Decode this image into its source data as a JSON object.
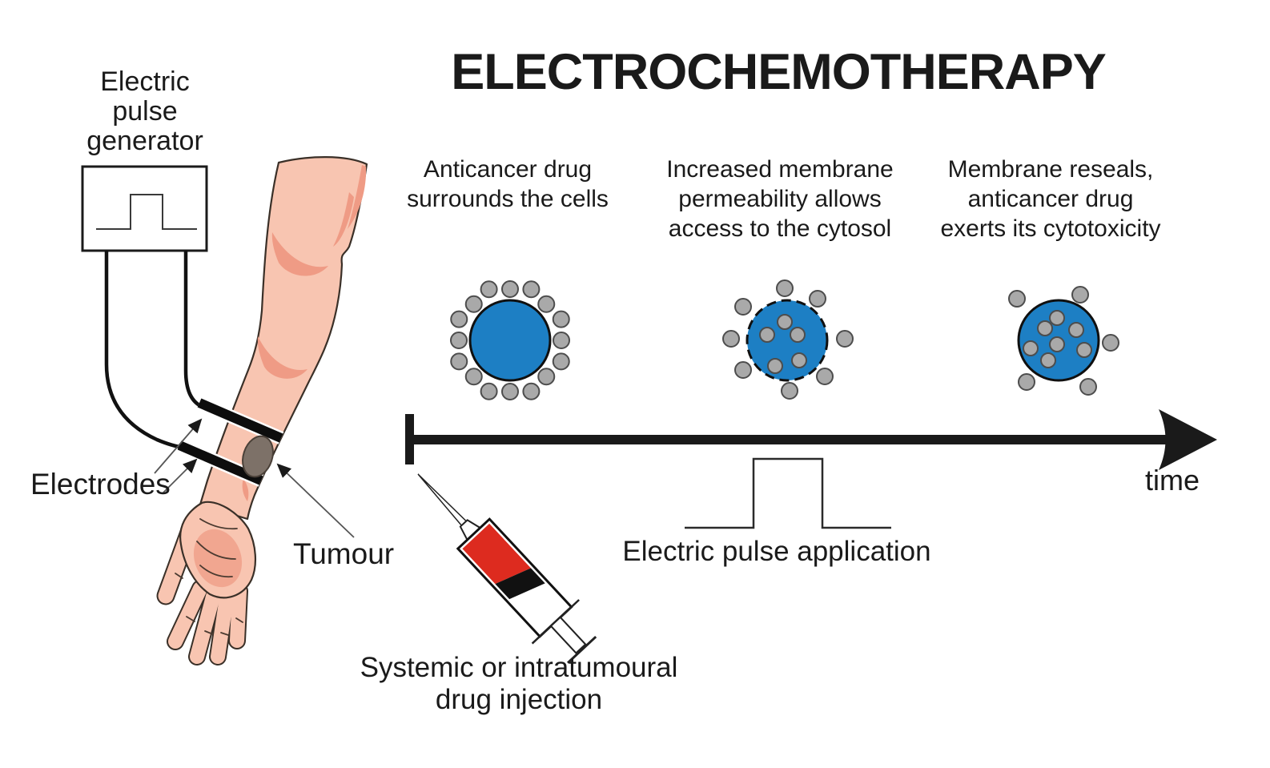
{
  "title": "ELECTROCHEMOTHERAPY",
  "generator": {
    "label_lines": [
      "Electric",
      "pulse",
      "generator"
    ]
  },
  "labels": {
    "electrodes": "Electrodes",
    "tumour": "Tumour",
    "time_axis": "time",
    "pulse_application": "Electric pulse application"
  },
  "stages": [
    {
      "caption_lines": [
        "Anticancer drug",
        "surrounds the cells"
      ],
      "drug_dots_outside_cell": 16,
      "drug_dots_inside_cell": 0,
      "membrane": "intact"
    },
    {
      "caption_lines": [
        "Increased membrane",
        "permeability allows",
        "access to the cytosol"
      ],
      "drug_dots_outside_cell": 8,
      "drug_dots_inside_cell": 5,
      "membrane": "permeabilized"
    },
    {
      "caption_lines": [
        "Membrane reseals,",
        "anticancer drug",
        "exerts its cytotoxicity"
      ],
      "drug_dots_outside_cell": 5,
      "drug_dots_inside_cell": 7,
      "membrane": "resealed"
    }
  ],
  "injection": {
    "label_lines": [
      "Systemic or intratumoural",
      "drug injection"
    ]
  },
  "colors": {
    "cell_blue": "#1d7fc4",
    "drug_dot_gray": "#a9a9a9",
    "drug_dot_outline": "#4d4d4d",
    "syringe_red": "#dd2b1f",
    "skin": "#f8c5b1",
    "skin_shade": "#ef9b85",
    "tumour_gray": "#7d7168",
    "ink": "#1a1a1a"
  }
}
